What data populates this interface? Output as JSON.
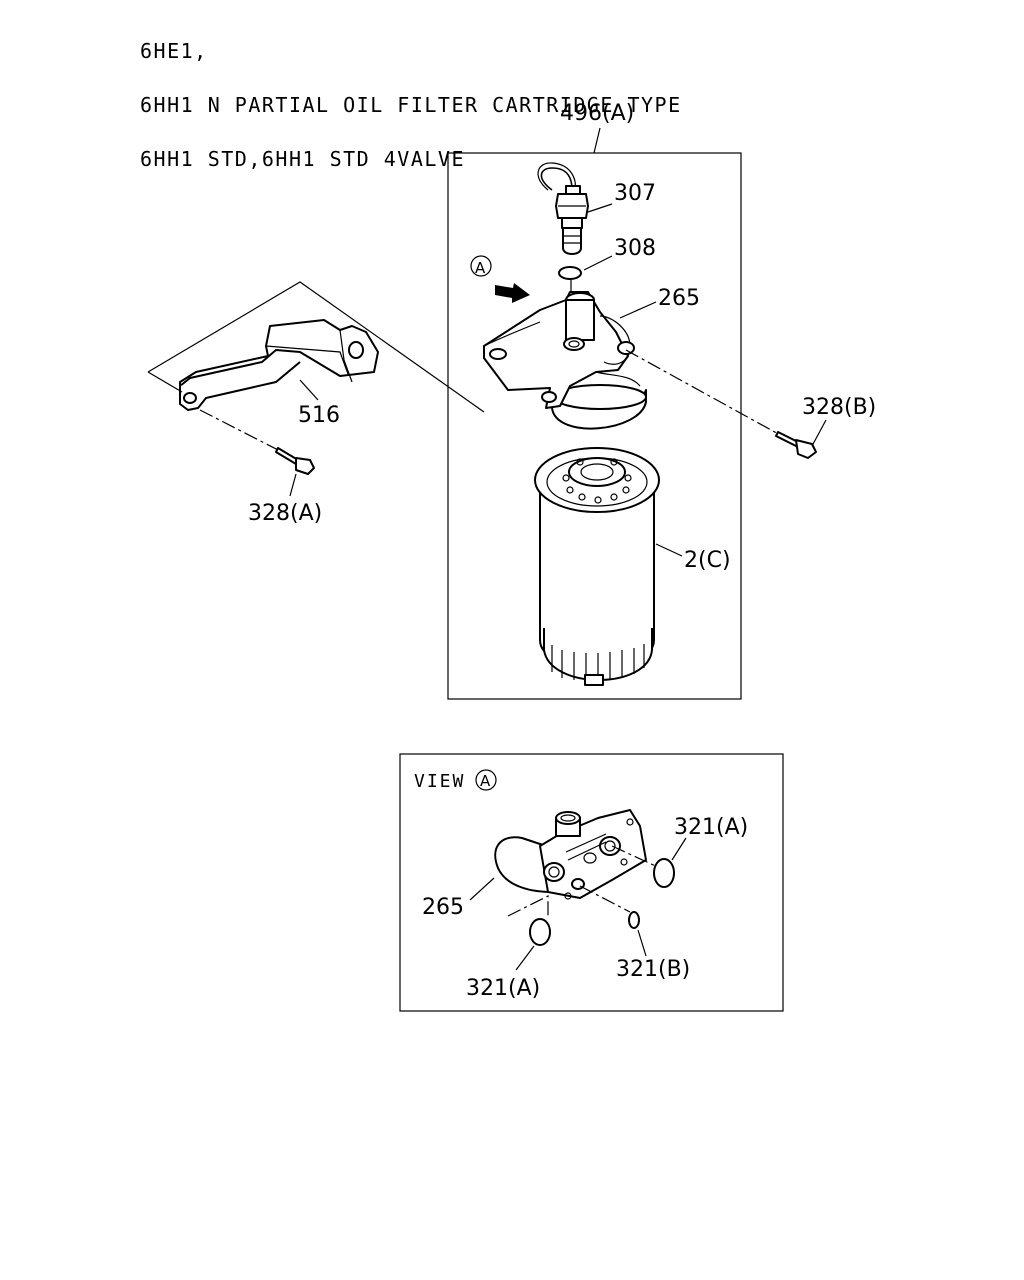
{
  "header": {
    "line1": "6HE1,",
    "line2": "6HH1 N PARTIAL OIL FILTER CARTRIDGE TYPE",
    "line3": "6HH1 STD,6HH1 STD 4VALVE"
  },
  "assembly": {
    "label": "496(A)"
  },
  "callouts": {
    "sensor": "307",
    "sensor_oring": "308",
    "filter_head": "265",
    "bracket": "516",
    "bolt_a": "328(A)",
    "bolt_b": "328(B)",
    "cartridge": "2(C)",
    "view_marker": "A"
  },
  "view": {
    "title": "VIEW",
    "marker": "A",
    "filter_head": "265",
    "oring_a_top": "321(A)",
    "oring_a_bottom": "321(A)",
    "oring_b": "321(B)"
  }
}
